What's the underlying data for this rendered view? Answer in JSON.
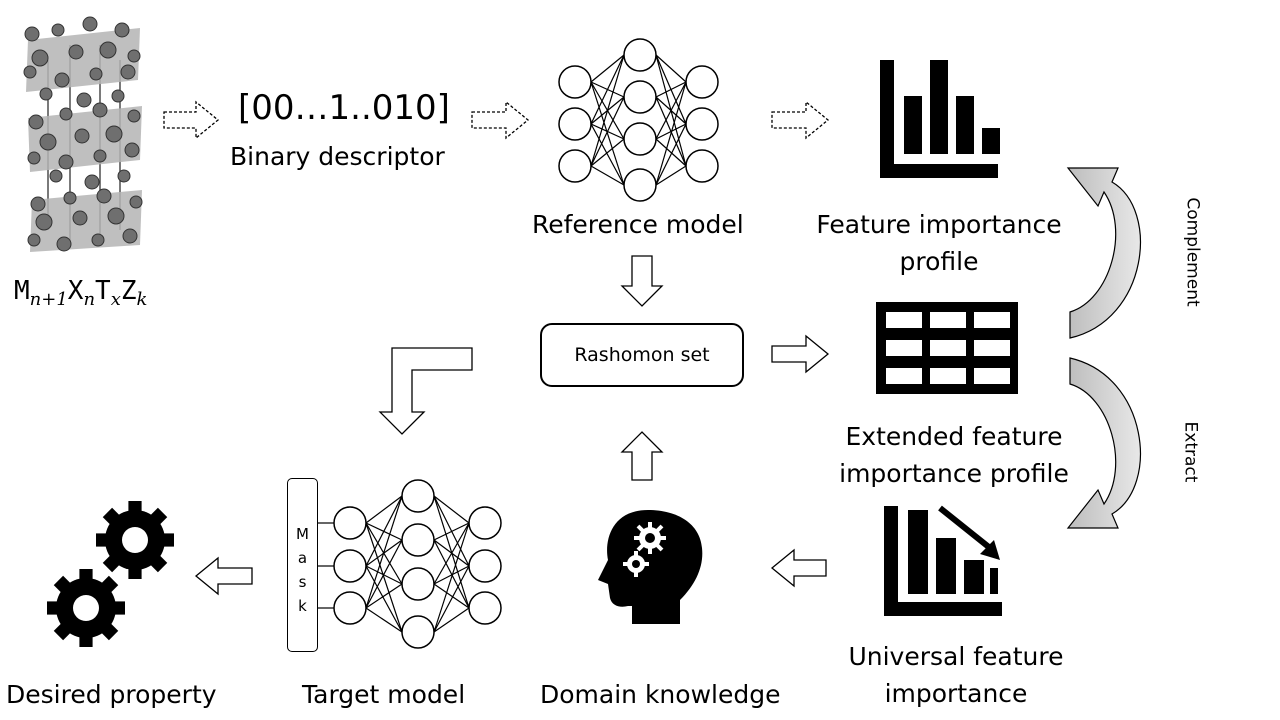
{
  "formula": {
    "m": "M",
    "m_sub": "n+1",
    "x": "X",
    "x_sub": "n",
    "t": "T",
    "t_sub": "x",
    "z": "Z",
    "z_sub": "k"
  },
  "descriptor": {
    "code": "[00…1..010]",
    "label": "Binary descriptor"
  },
  "reference_model": {
    "label": "Reference model"
  },
  "feature_profile": {
    "line1": "Feature importance",
    "line2": "profile"
  },
  "rashomon": {
    "label": "Rashomon set"
  },
  "extended_profile": {
    "line1": "Extended feature",
    "line2": "importance profile"
  },
  "universal": {
    "line1": "Universal feature",
    "line2": "importance"
  },
  "domain": {
    "label": "Domain knowledge"
  },
  "target_model": {
    "label": "Target model",
    "mask_letters": [
      "M",
      "a",
      "s",
      "k"
    ]
  },
  "desired": {
    "label": "Desired property"
  },
  "curved": {
    "complement": "Complement",
    "extract": "Extract"
  }
}
